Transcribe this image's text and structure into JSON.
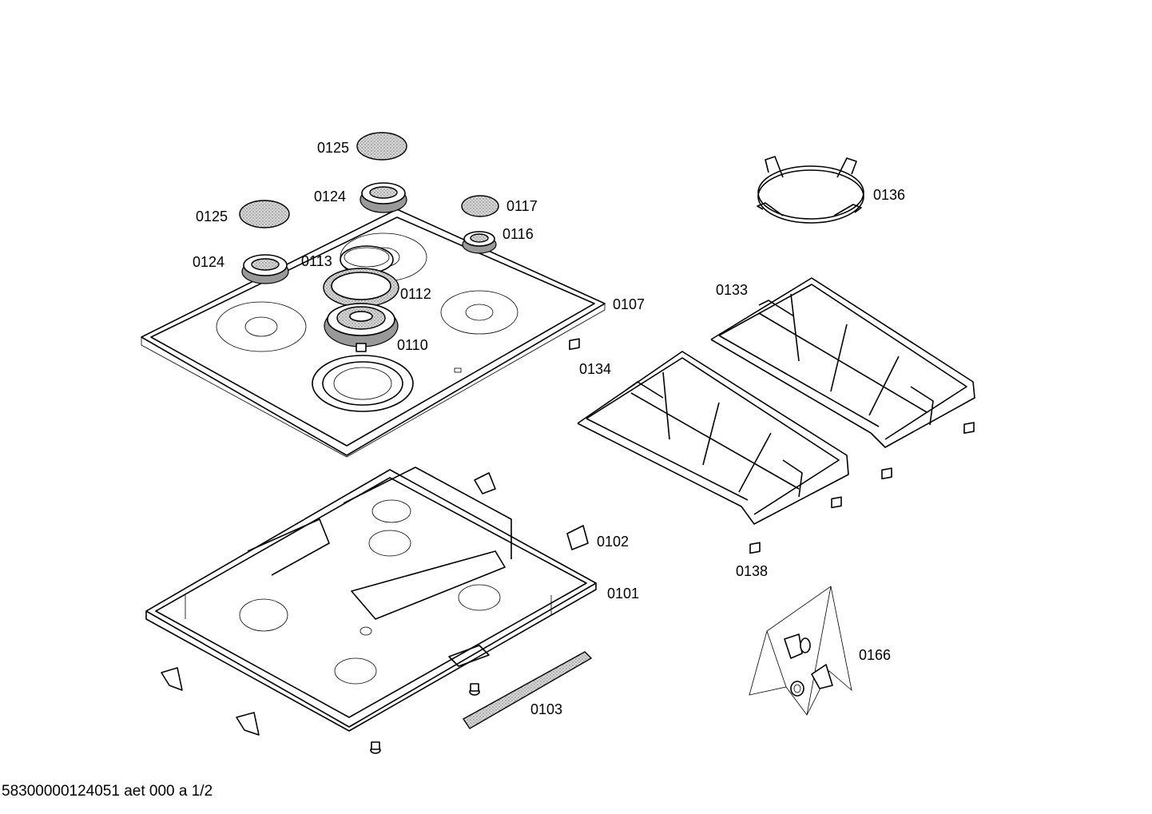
{
  "labels": {
    "p0125a": "0125",
    "p0124a": "0124",
    "p0125b": "0125",
    "p0124b": "0124",
    "p0117": "0117",
    "p0116": "0116",
    "p0113": "0113",
    "p0112": "0112",
    "p0110": "0110",
    "p0107": "0107",
    "p0136": "0136",
    "p0133": "0133",
    "p0134": "0134",
    "p0138": "0138",
    "p0102": "0102",
    "p0101": "0101",
    "p0166": "0166",
    "p0103": "0103"
  },
  "footer": "58300000124051 aet 000 a 1/2"
}
